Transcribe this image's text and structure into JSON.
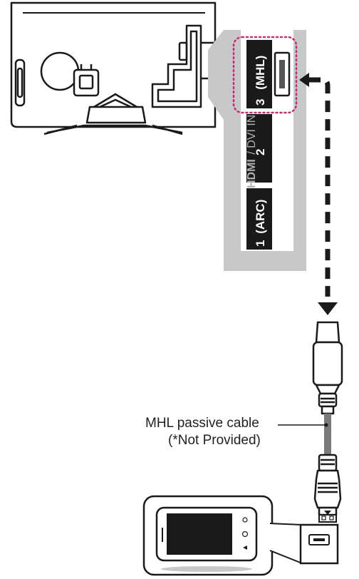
{
  "tv_panel": {
    "brand_mark": "HDMI",
    "brand_suffix": "/ DVI IN",
    "ports": [
      {
        "number": "3",
        "tag": "(MHL)"
      },
      {
        "number": "2",
        "tag": ""
      },
      {
        "number": "1",
        "tag": "(ARC)"
      }
    ]
  },
  "cable": {
    "label_line1": "MHL passive cable",
    "label_line2": "(*Not Provided)"
  },
  "colors": {
    "outline": "#1a1a1a",
    "panel_gray": "#c8c8c8",
    "port_black": "#1a1a1a",
    "highlight_magenta": "#c0307a",
    "cable_gray": "#7a7a7a"
  },
  "icons": {
    "phone_buttons": [
      "search-icon",
      "home-icon",
      "back-icon"
    ]
  }
}
